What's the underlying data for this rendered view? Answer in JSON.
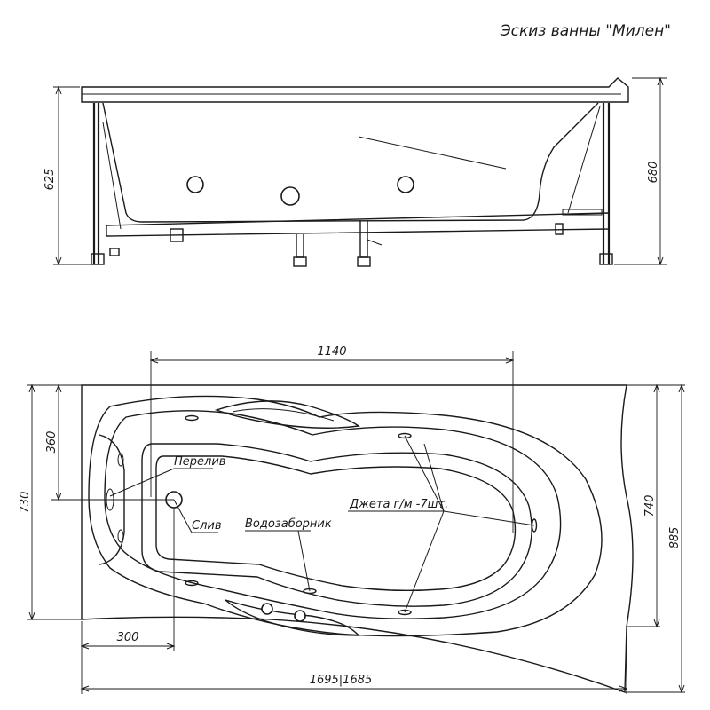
{
  "title": "Эскиз ванны \"Милен\"",
  "side_view": {
    "dim_height_left": "625",
    "dim_height_right": "680"
  },
  "top_view": {
    "dim_top": "1140",
    "dim_left_inner": "360",
    "dim_left_outer": "730",
    "dim_right_inner": "740",
    "dim_right_outer": "885",
    "dim_bottom_offset": "300",
    "dim_bottom_total": "1695|1685",
    "label_overflow": "Перелив",
    "label_drain": "Слив",
    "label_intake": "Водозаборник",
    "label_jets": "Джета г/м -7шт."
  }
}
